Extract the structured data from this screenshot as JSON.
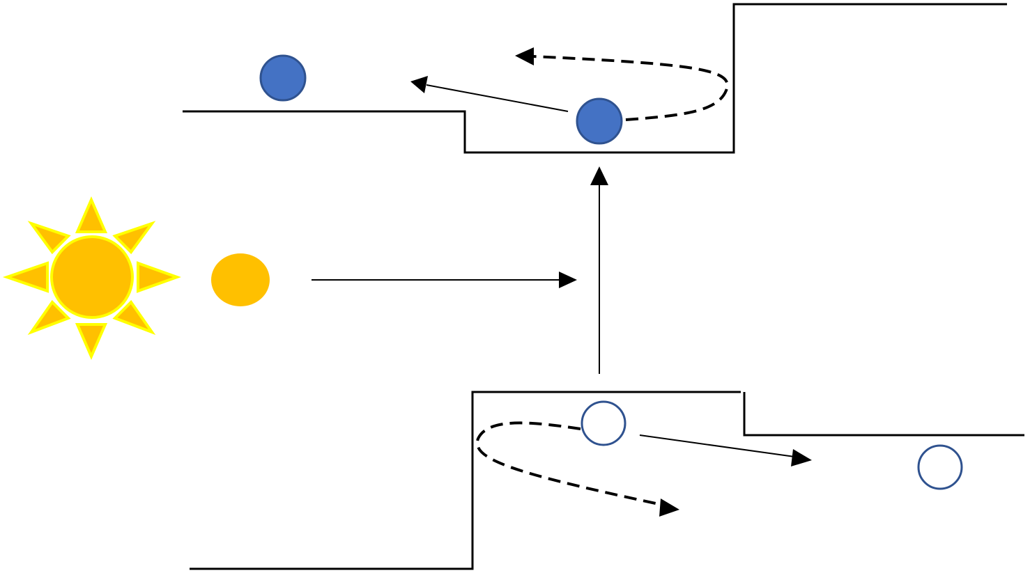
{
  "diagram": {
    "colors": {
      "background": "#ffffff",
      "band_line": "#000000",
      "electron_fill": "#4472c4",
      "electron_stroke": "#2f528f",
      "hole_fill": "#ffffff",
      "hole_stroke": "#2f528f",
      "sun_fill": "#ffc000",
      "sun_stroke": "#ffff00",
      "photon_fill": "#ffc000",
      "arrow": "#000000"
    },
    "icons": {
      "sun": "sun-icon",
      "photon": "photon-dot",
      "electron": "electron-filled-circle",
      "hole": "hole-open-circle"
    },
    "counts": {
      "electrons": 2,
      "holes": 2,
      "sun_rays": 8
    }
  }
}
